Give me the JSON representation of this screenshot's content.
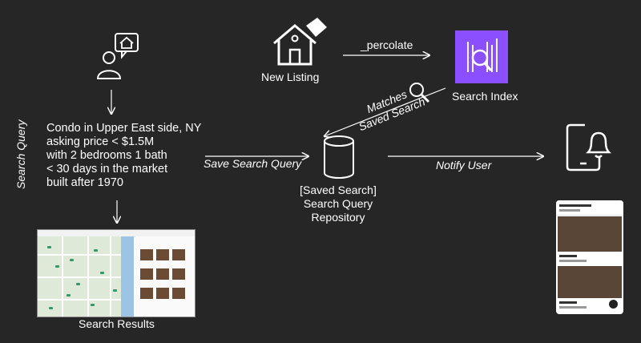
{
  "diagram": {
    "vertical_label": "Search Query",
    "query_lines": [
      "Condo in Upper East side, NY",
      "asking price < $1.5M",
      "with 2 bedrooms 1 bath",
      "< 30 days in the market",
      "built after 1970"
    ],
    "new_listing": "New Listing",
    "percolate": "_percolate",
    "search_index": "Search Index",
    "matches_line1": "Matches",
    "matches_line2": "Saved Search",
    "save_search_query": "Save Search Query",
    "repo_line1": "[Saved Search]",
    "repo_line2": "Search Query",
    "repo_line3": "Repository",
    "notify_user": "Notify User",
    "search_results": "Search Results",
    "price_tag_symbol": "$"
  },
  "colors": {
    "background": "#262626",
    "foreground": "#ffffff",
    "search_index_accent": "#8c4fff"
  },
  "icons": [
    "user-home-icon",
    "house-price-tag-icon",
    "search-index-icon",
    "magnifier-icon",
    "database-icon",
    "phone-notification-icon"
  ]
}
